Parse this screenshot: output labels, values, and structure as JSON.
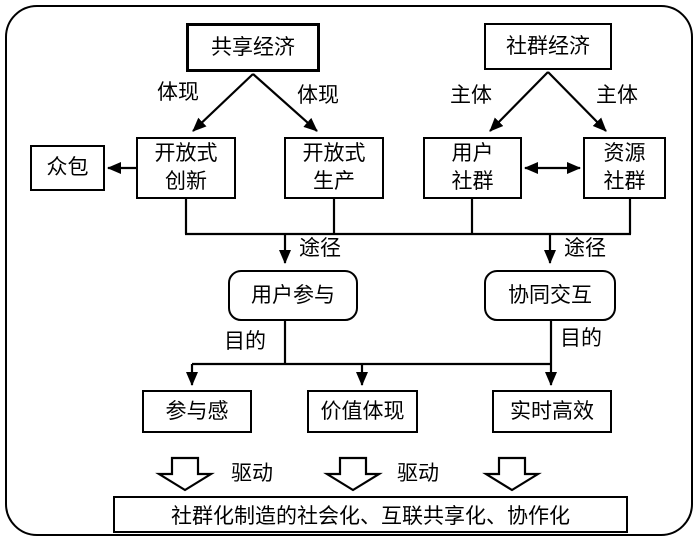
{
  "diagram": {
    "row1": {
      "sharing_economy": "共享经济",
      "community_economy": "社群经济"
    },
    "row2": {
      "crowdsourcing": "众包",
      "open_innovation": "开放式\n创新",
      "open_production": "开放式\n生产",
      "user_community": "用户\n社群",
      "resource_community": "资源\n社群"
    },
    "row3": {
      "user_participation": "用户参与",
      "collaborative_interaction": "协同交互"
    },
    "row4": {
      "participation_sense": "参与感",
      "value_embodiment": "价值体现",
      "realtime_efficiency": "实时高效"
    },
    "edge_labels": {
      "embody_left": "体现",
      "embody_right": "体现",
      "subject_left": "主体",
      "subject_right": "主体",
      "path_left": "途径",
      "path_right": "途径",
      "purpose_left": "目的",
      "purpose_right": "目的",
      "drive_left": "驱动",
      "drive_right": "驱动"
    },
    "banner": "社群化制造的社会化、互联共享化、协作化",
    "colors": {
      "line": "#000000",
      "background": "#ffffff"
    }
  }
}
